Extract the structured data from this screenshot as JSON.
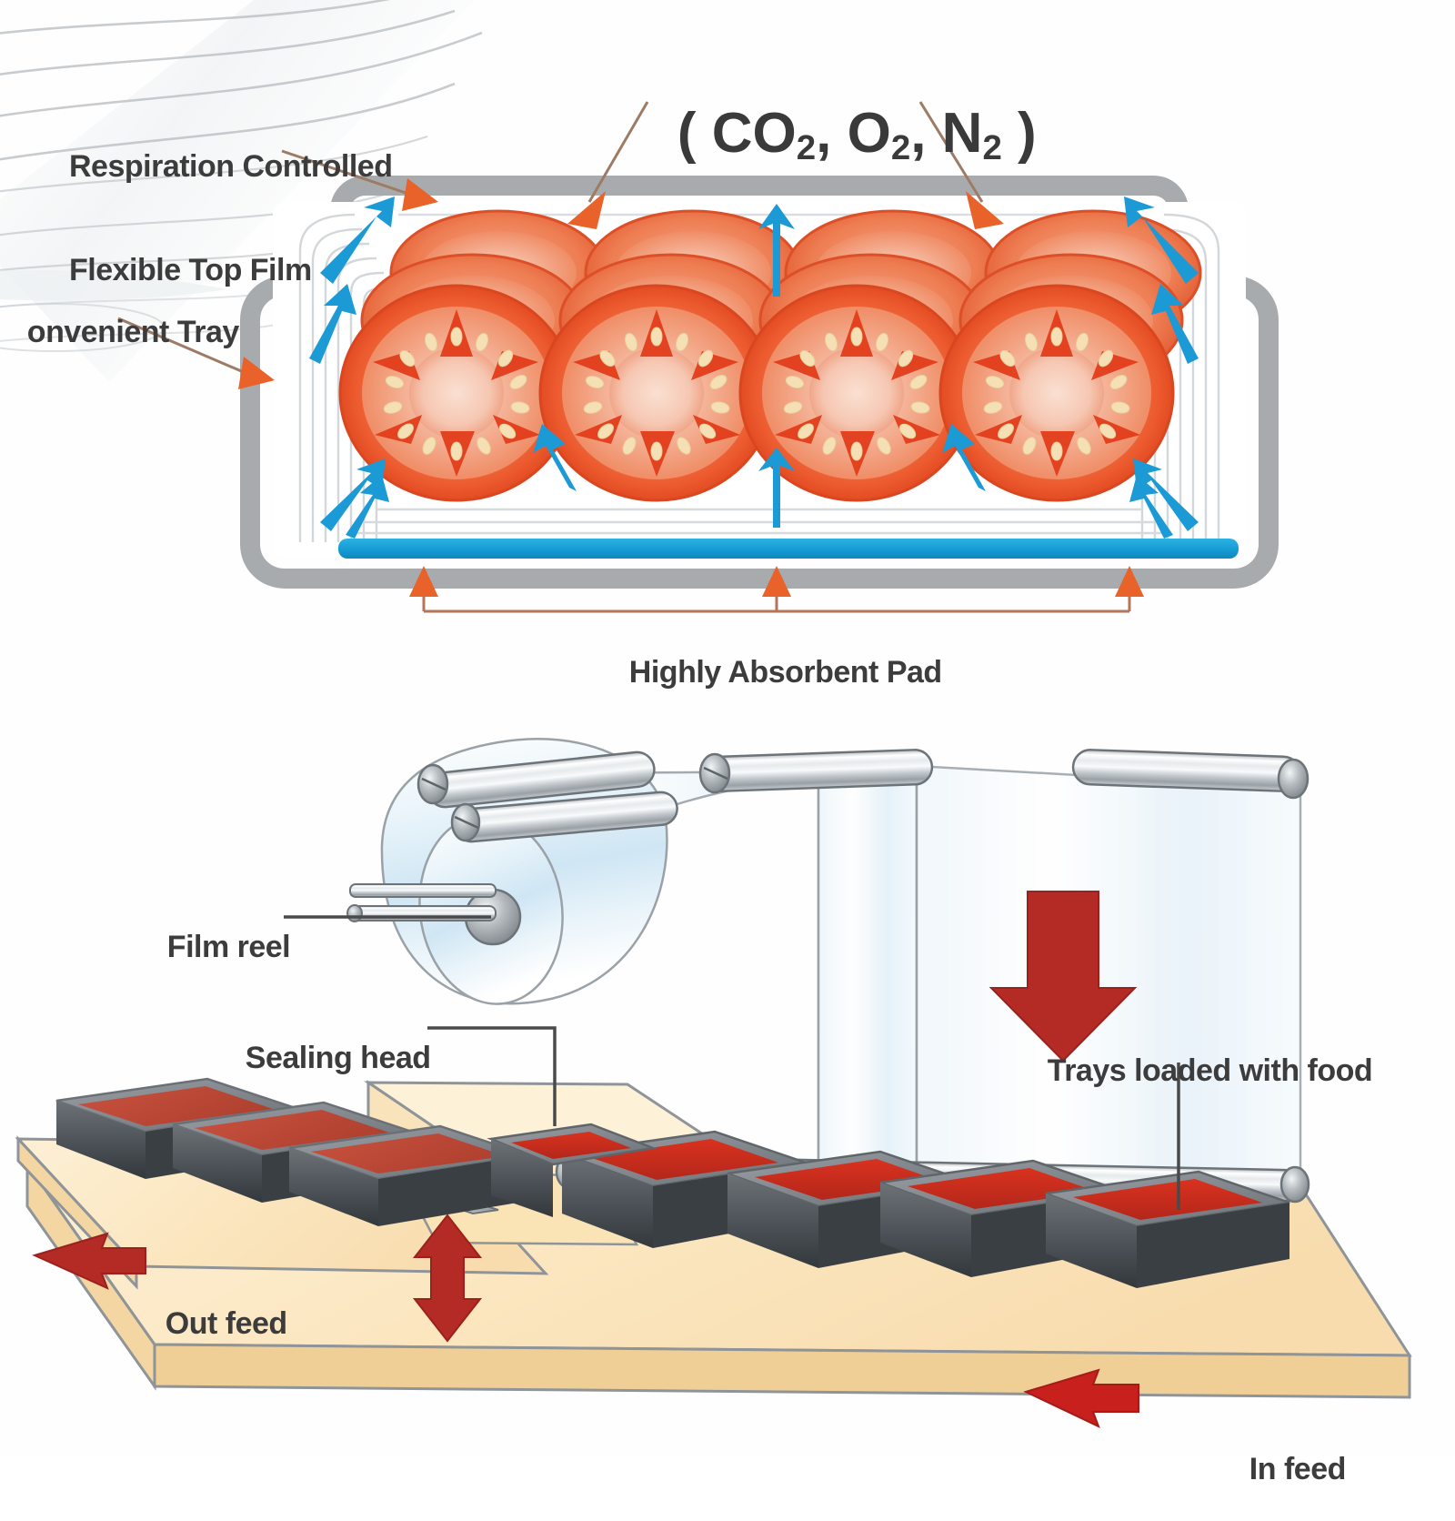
{
  "document": {
    "title": "Modified Atmosphere Packaging Tray and Tray Sealing Machine Diagram",
    "accent_orange": "#e8622a",
    "accent_cyan": "#1b9ad6",
    "accent_red": "#b42a24",
    "tray_gray": "#a8abad",
    "pad_blue": "#1a9fd4",
    "text_gray": "#3c3c3c",
    "conveyor_cream": "#fae7c0"
  },
  "top_diagram": {
    "name": "map-tray-cross-section",
    "gas_label": {
      "prefix": "( ",
      "gases": [
        {
          "symbol": "CO",
          "sub": "2"
        },
        {
          "symbol": "O",
          "sub": "2"
        },
        {
          "symbol": "N",
          "sub": "2"
        }
      ],
      "suffix": " )",
      "separator": ", ",
      "full_text": "( CO2, O2, N2 )"
    },
    "callouts": [
      {
        "id": "top-film",
        "text": "Respiration Controlled\nFlexible Top Film",
        "line1": "Respiration Controlled",
        "line2": "Flexible Top Film"
      },
      {
        "id": "tray",
        "text": "onvenient Tray",
        "line1": "onvenient Tray",
        "line2": ""
      },
      {
        "id": "absorbent",
        "text": "Highly Absorbent Pad",
        "line1": "Highly Absorbent Pad",
        "line2": ""
      }
    ],
    "food_item": "tomato-slices",
    "food_columns": 4,
    "slices_per_column": 3,
    "gas_flow_arrow_count": 14,
    "pad_arrow_count": 3
  },
  "bottom_diagram": {
    "name": "tray-sealing-machine",
    "callouts": [
      {
        "id": "film-reel",
        "text": "Film reel"
      },
      {
        "id": "sealing-head",
        "text": "Sealing head"
      },
      {
        "id": "trays-loaded",
        "text": "Trays loaded with food"
      },
      {
        "id": "out-feed",
        "text": "Out feed"
      },
      {
        "id": "in-feed",
        "text": "In feed"
      }
    ],
    "sealed_trays": 3,
    "loaded_trays": 5,
    "roller_count": 4,
    "film_direction": "down"
  }
}
